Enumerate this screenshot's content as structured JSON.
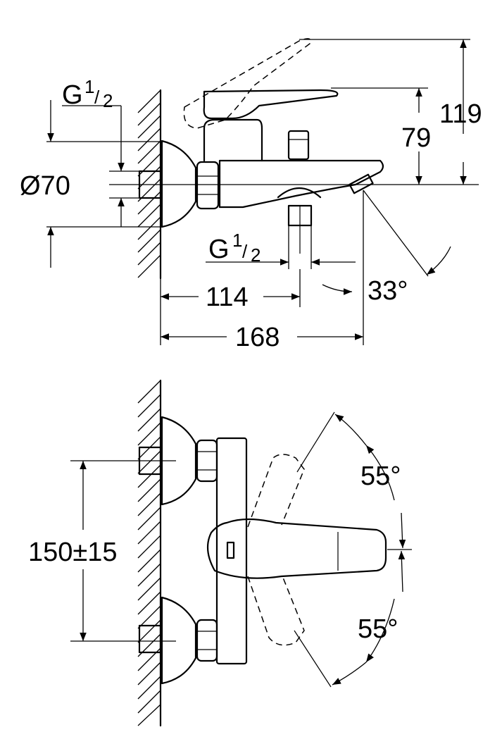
{
  "dimensions": {
    "thread_top": {
      "g": "G",
      "num": "1",
      "slash": "/",
      "den": "2"
    },
    "diameter": "Ø70",
    "height_total": "119",
    "height_spout": "79",
    "thread_bottom": {
      "g": "G",
      "num": "1",
      "slash": "/",
      "den": "2"
    },
    "outlet_distance": "114",
    "projection": "168",
    "spout_angle": "33°",
    "connection_spacing": "150±15",
    "handle_angle_up": "55°",
    "handle_angle_down": "55°"
  }
}
